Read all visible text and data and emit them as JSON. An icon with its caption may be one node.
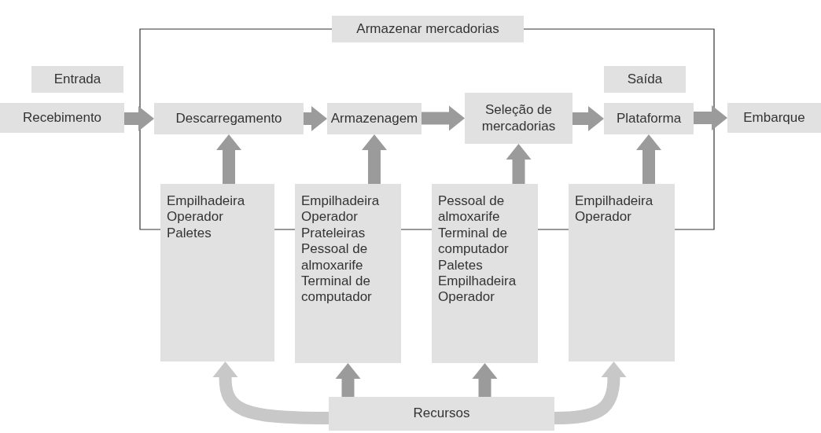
{
  "diagram": {
    "nodes": [
      {
        "text": [
          "Armazenar mercadorias"
        ]
      },
      {
        "text": [
          "Entrada"
        ]
      },
      {
        "text": [
          "Saída"
        ]
      },
      {
        "text": [
          "Recebimento"
        ]
      },
      {
        "text": [
          "Descarregamento"
        ]
      },
      {
        "text": [
          "Armazenagem"
        ]
      },
      {
        "text": [
          "Seleção de mercadorias"
        ]
      },
      {
        "text": [
          "Plataforma"
        ]
      },
      {
        "text": [
          "Embarque"
        ]
      },
      {
        "text": [
          "Empilhadeira",
          "Operador",
          "Paletes"
        ]
      },
      {
        "text": [
          "Empilhadeira",
          "Operador",
          "Prateleiras",
          "Pessoal de almoxarife",
          "Terminal de computador"
        ]
      },
      {
        "text": [
          "Pessoal de almoxarife",
          "Terminal de computador",
          "Paletes",
          "Empilhadeira",
          "Operador"
        ]
      },
      {
        "text": [
          "Empilhadeira",
          "Operador"
        ]
      },
      {
        "text": [
          "Recursos"
        ]
      }
    ],
    "edges": [
      {
        "from": 3,
        "to": 4,
        "arrow": "to"
      },
      {
        "from": 4,
        "to": 5,
        "arrow": "to"
      },
      {
        "from": 5,
        "to": 6,
        "arrow": "to"
      },
      {
        "from": 6,
        "to": 7,
        "arrow": "to"
      },
      {
        "from": 7,
        "to": 8,
        "arrow": "to"
      },
      {
        "from": 9,
        "to": 4,
        "arrow": "to"
      },
      {
        "from": 10,
        "to": 5,
        "arrow": "to"
      },
      {
        "from": 11,
        "to": 6,
        "arrow": "to"
      },
      {
        "from": 12,
        "to": 7,
        "arrow": "to"
      },
      {
        "from": 13,
        "to": 9,
        "arrow": "to",
        "color": "#c8c8c8"
      },
      {
        "from": 13,
        "to": 10,
        "arrow": "to"
      },
      {
        "from": 13,
        "to": 11,
        "arrow": "to"
      },
      {
        "from": 13,
        "to": 12,
        "arrow": "to",
        "color": "#c8c8c8"
      }
    ]
  }
}
